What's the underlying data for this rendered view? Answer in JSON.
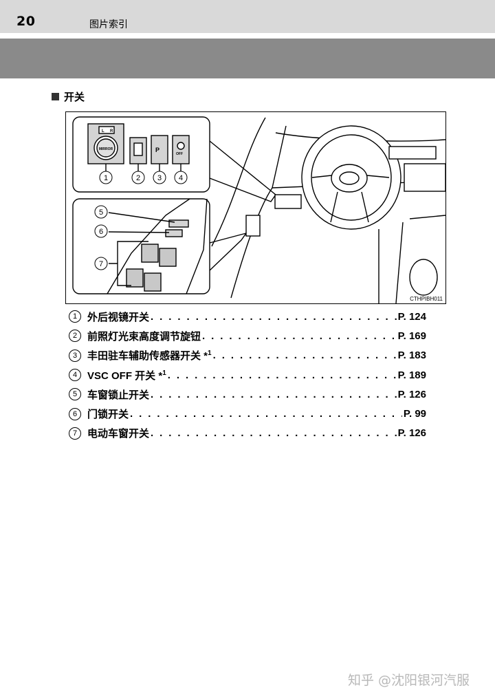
{
  "header": {
    "page_number": "20",
    "section_title": "图片索引"
  },
  "heading": "开关",
  "figure": {
    "code": "CTHPIBH011",
    "panel_labels": {
      "l": "L",
      "r": "R",
      "mirror": "MIRROR",
      "park": "P",
      "off": "OFF"
    },
    "callouts": [
      "1",
      "2",
      "3",
      "4",
      "5",
      "6",
      "7"
    ]
  },
  "items": [
    {
      "num": "1",
      "label": "外后视镜开关",
      "sup": "",
      "page": "P. 124"
    },
    {
      "num": "2",
      "label": "前照灯光束高度调节旋钮",
      "sup": "",
      "page": "P. 169"
    },
    {
      "num": "3",
      "label": "丰田驻车辅助传感器开关 *",
      "sup": "1",
      "page": "P. 183"
    },
    {
      "num": "4",
      "label": "VSC OFF 开关 *",
      "sup": "1",
      "page": "P. 189"
    },
    {
      "num": "5",
      "label": "车窗锁止开关",
      "sup": "",
      "page": "P. 126"
    },
    {
      "num": "6",
      "label": "门锁开关",
      "sup": "",
      "page": "P. 99"
    },
    {
      "num": "7",
      "label": "电动车窗开关",
      "sup": "",
      "page": "P. 126"
    }
  ],
  "watermark": "知乎 @沈阳银河汽服"
}
